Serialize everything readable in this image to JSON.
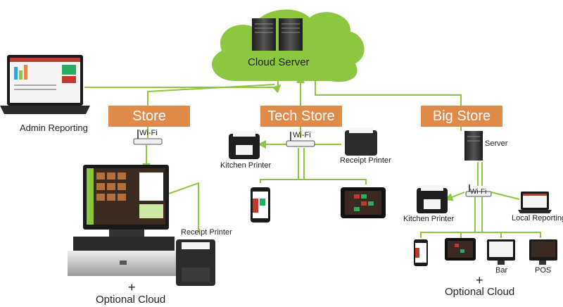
{
  "cloud": {
    "label": "Cloud Server"
  },
  "stores": [
    {
      "label": "Store"
    },
    {
      "label": "Tech Store"
    },
    {
      "label": "Big Store"
    }
  ],
  "admin": {
    "label": "Admin Reporting"
  },
  "store1": {
    "wifi": "Wi-Fi",
    "receipt_printer": "Receipt Printer",
    "plus": "+",
    "optional_cloud": "Optional Cloud"
  },
  "store2": {
    "wifi": "Wi-Fi",
    "kitchen_printer": "Kitchen Printer",
    "receipt_printer": "Receipt Printer"
  },
  "store3": {
    "server": "Server",
    "wifi": "Wi-Fi",
    "kitchen_printer": "Kitchen Printer",
    "local_reporting": "Local Reporting",
    "bar": "Bar",
    "pos": "POS",
    "plus": "+",
    "optional_cloud": "Optional Cloud"
  },
  "colors": {
    "cloud": "#8dc63f",
    "connector": "#8dc63f",
    "store_box": "#e08a4a",
    "device_dark": "#222222"
  }
}
